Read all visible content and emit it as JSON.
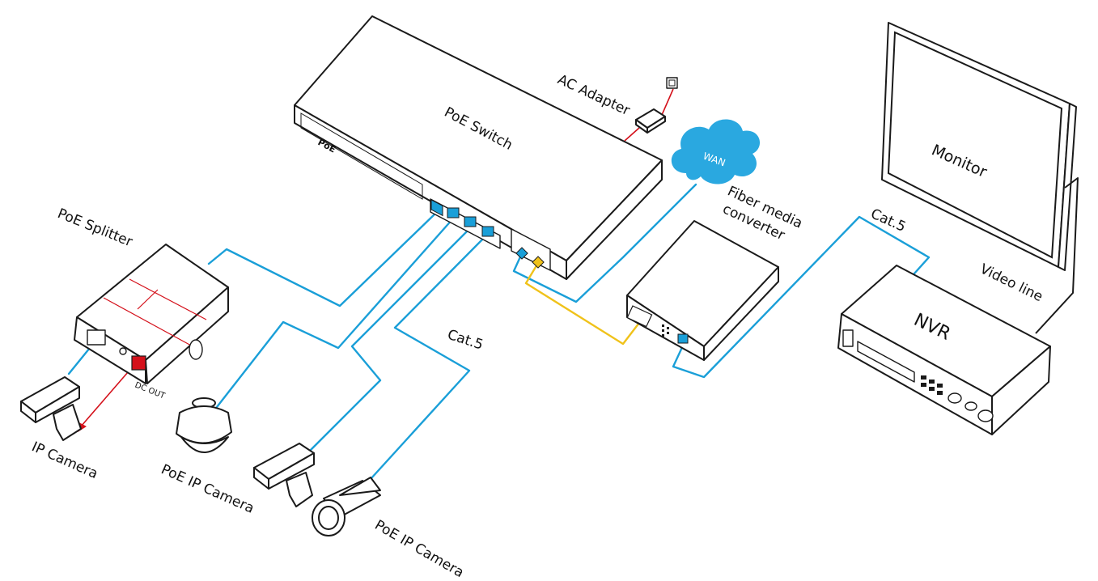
{
  "colors": {
    "ethernet_cable": "#1a9fd8",
    "fiber_cable": "#f0c21a",
    "power_cable": "#d4101a",
    "wan_cloud": "#2aa8e0",
    "poe_badge": "#d4101a"
  },
  "devices": {
    "poe_switch": {
      "label": "PoE  Switch",
      "badge": "PoE"
    },
    "ac_adapter": {
      "label": "AC Adapter"
    },
    "wan": {
      "label": "WAN"
    },
    "fiber_media_converter": {
      "label_line1": "Fiber media",
      "label_line2": "converter"
    },
    "monitor": {
      "label": "Monitor"
    },
    "nvr": {
      "label": "NVR"
    },
    "poe_splitter": {
      "label": "PoE Splitter",
      "dc_out": "DC OUT"
    }
  },
  "cameras": {
    "ip_camera": "IP Camera",
    "poe_ip_camera_dome": "PoE IP Camera",
    "poe_ip_camera_bullet": "PoE IP Camera"
  },
  "cables": {
    "cat5_left": "Cat.5",
    "cat5_right": "Cat.5",
    "video_line": "Video line"
  }
}
